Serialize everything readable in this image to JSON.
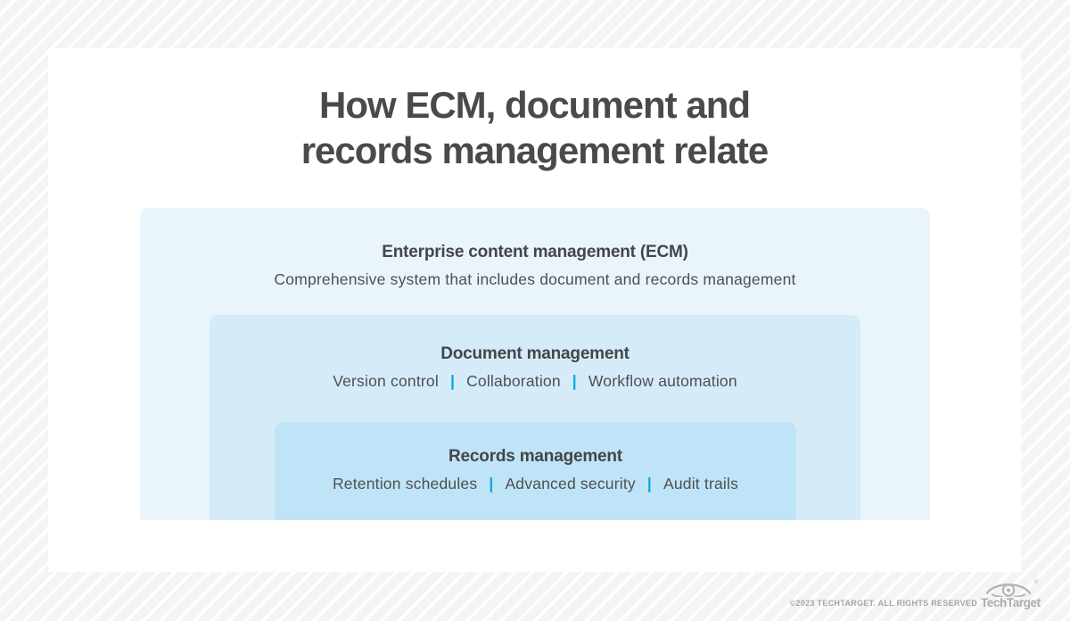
{
  "title": {
    "line1": "How ECM, document and",
    "line2": "records management relate"
  },
  "diagram": {
    "separator": "|",
    "separator_color": "#00a9e0",
    "levels": [
      {
        "id": "ecm",
        "heading": "Enterprise content management (ECM)",
        "description": "Comprehensive system that includes document and records management",
        "bg_color": "#e9f4fb"
      },
      {
        "id": "document-management",
        "heading": "Document management",
        "items": [
          "Version control",
          "Collaboration",
          "Workflow automation"
        ],
        "bg_color": "#d5ebf8"
      },
      {
        "id": "records-management",
        "heading": "Records management",
        "items": [
          "Retention schedules",
          "Advanced security",
          "Audit trails"
        ],
        "bg_color": "#bfe4f7"
      }
    ]
  },
  "footer": {
    "copyright": "©2023 TECHTARGET. ALL RIGHTS RESERVED",
    "logo_text": "TechTarget",
    "logo_mark": "®"
  },
  "colors": {
    "title_text": "#4a4a4c",
    "body_text": "#4f4f52",
    "heading_text": "#454548",
    "accent_cyan": "#00a9e0",
    "footer_text": "#a6a6a6",
    "logo_gray": "#ababab"
  }
}
